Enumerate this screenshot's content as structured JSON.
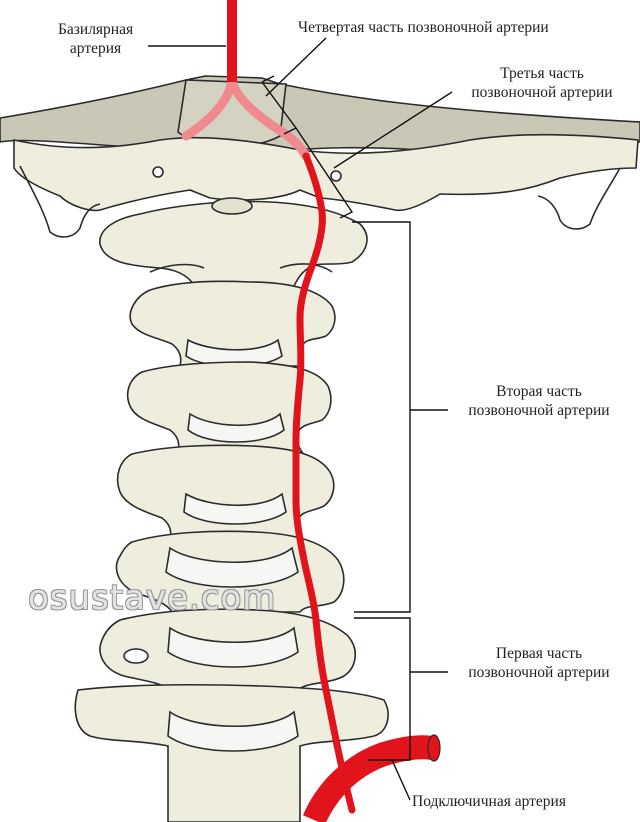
{
  "labels": {
    "basilar_line1": "Базилярная",
    "basilar_line2": "артерия",
    "fourth": "Четвертая часть позвоночной артерии",
    "third_line1": "Третья часть",
    "third_line2": "позвоночной артерии",
    "second_line1": "Вторая часть",
    "second_line2": "позвоночной артерии",
    "first_line1": "Первая часть",
    "first_line2": "позвоночной артерии",
    "subclavian": "Подключичная артерия"
  },
  "watermark": "osustave.com",
  "colors": {
    "bone": "#efeede",
    "bone_shade": "#d9d8c4",
    "skull_base": "#c9c7b6",
    "disc": "#f6f6f4",
    "outline": "#2b2b2b",
    "artery": "#e1141b",
    "artery_faded": "#f08a8e",
    "leader_line": "#111111"
  }
}
